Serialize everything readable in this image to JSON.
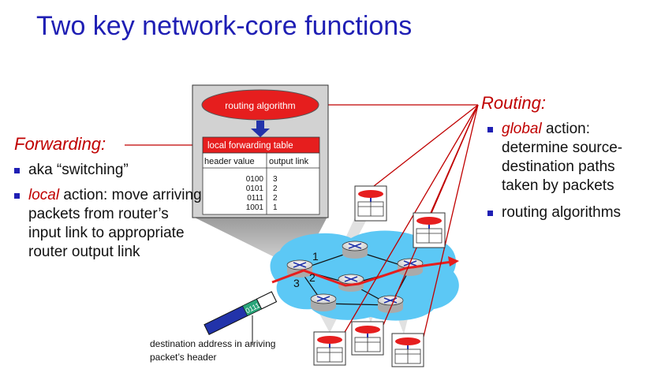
{
  "title": "Two key network-core functions",
  "forwarding": {
    "heading": "Forwarding:",
    "bullets": [
      {
        "text": "aka “switching”"
      },
      {
        "em": "local",
        "rest": " action: move arriving packets from router’s input link to appropriate router output link"
      }
    ]
  },
  "routing": {
    "heading": "Routing:",
    "bullets": [
      {
        "em": "global",
        "rest": " action: determine source-destination paths taken by packets"
      },
      {
        "text": "routing algorithms"
      }
    ]
  },
  "diagram": {
    "routing_algorithm_label": "routing algorithm",
    "table_title": "local forwarding table",
    "columns": [
      "header value",
      "output link"
    ],
    "rows": [
      {
        "header": "0100",
        "link": "3"
      },
      {
        "header": "0101",
        "link": "2"
      },
      {
        "header": "0111",
        "link": "2"
      },
      {
        "header": "1001",
        "link": "1"
      }
    ],
    "link_labels": [
      "1",
      "2",
      "3"
    ],
    "packet_header": "0111",
    "caption_line1": "destination address in arriving",
    "caption_line2": "packet’s header"
  },
  "colors": {
    "title": "#1f1fb4",
    "accent_red": "#c00000",
    "router_red": "#e61e1e",
    "cloud": "#5cc8f5",
    "router_blue": "#2233aa"
  }
}
